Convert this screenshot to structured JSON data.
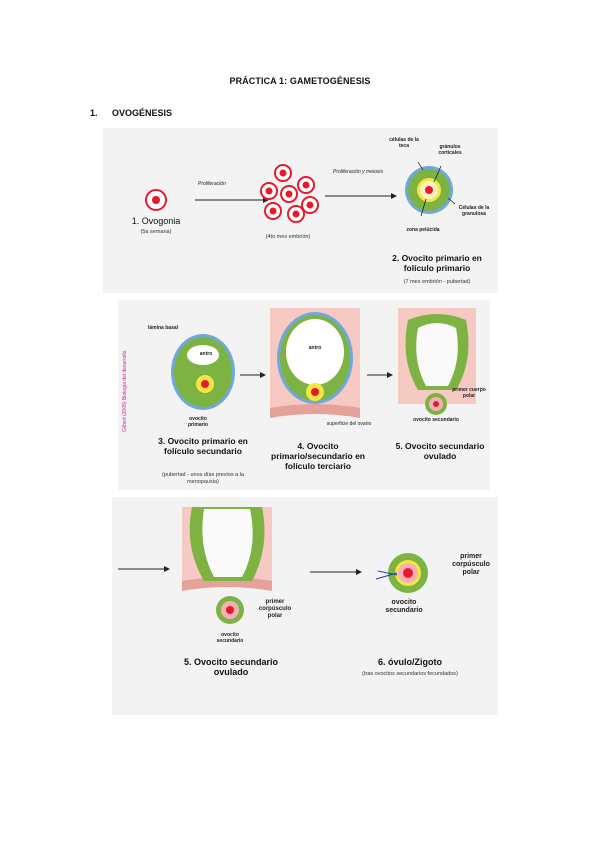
{
  "title": "PRÁCTICA 1: GAMETOGÉNESIS",
  "section": {
    "number": "1.",
    "title": "OVOGÉNESIS"
  },
  "row1": {
    "arrow1": "Proliferación",
    "arrow2": "Proliferación y meiosis",
    "ovogonia": {
      "label": "1. Ovogonia",
      "sub": "(5a semana)"
    },
    "prolif_sub": "(4to mes embrión)",
    "primario": {
      "label": "2. Ovocito primario en folículo primario",
      "sub": "(7 mes embrión - pubertad)"
    },
    "annot": {
      "teca": "células de la teca",
      "granulos": "gránulos corticales",
      "granulosa": "Células de la granulosa",
      "zona": "zona pelúcida"
    }
  },
  "row2": {
    "side_text": "Gilbert (2005) Biología del desarrollo",
    "lamina": "lámina basal",
    "antro": "antro",
    "antro2": "antro",
    "ovocito_primario": "ovocito primario",
    "superficie": "superficie del ovario",
    "primer_cuerpo": "primer cuerpo polar",
    "ovocito_sec": "ovocito secundario",
    "s3": {
      "label": "3. Ovocito primario en folículo secundario",
      "sub": "(pubertad - unos días previos a la menopausia)"
    },
    "s4": {
      "label": "4. Ovocito primario/secundario en folículo terciario"
    },
    "s5": {
      "label": "5. Ovocito secundario ovulado"
    }
  },
  "row3": {
    "primer_corp": "primer corpúsculo polar",
    "ovocito_sec": "ovocito secundario",
    "primer_corp2": "primer corpúsculo polar",
    "ovocito_sec2": "ovocito secundario",
    "s5": {
      "label": "5. Ovocito secundario ovulado"
    },
    "s6": {
      "label": "6. óvulo/Zigoto",
      "sub": "(tras ovocitos secundarios fecundados)"
    }
  },
  "colors": {
    "oocyte": "#e8192c",
    "granulosa": "#7cb342",
    "zona": "#f5e642",
    "teca": "#6fa8dc",
    "ovary": "#f7c9c3"
  }
}
